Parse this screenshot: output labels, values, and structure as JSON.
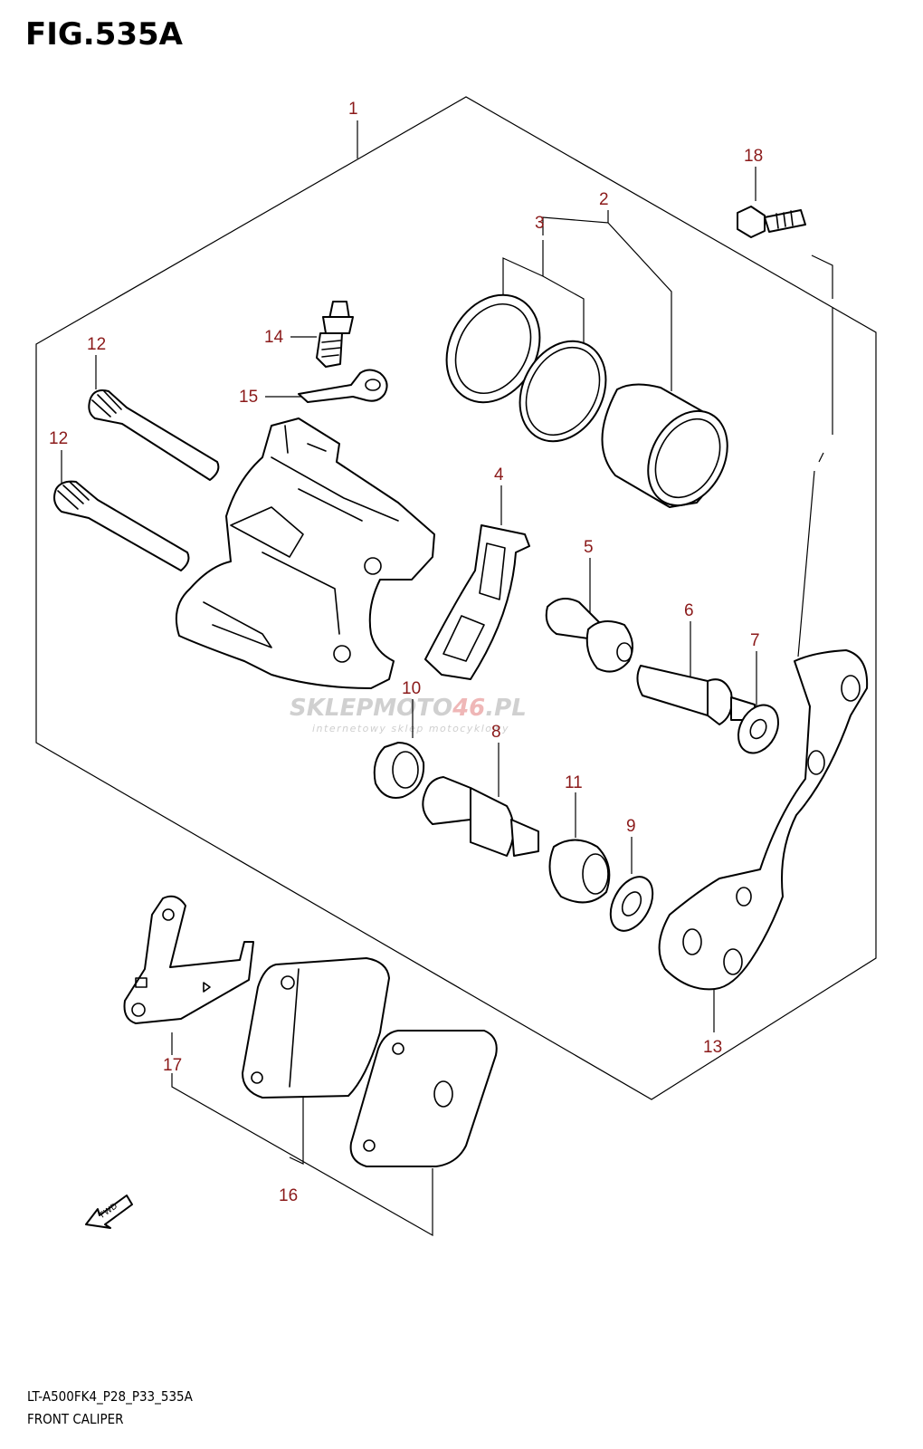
{
  "figure": {
    "title": "FIG.535A",
    "model_code": "LT-A500FK4_P28_P33_535A",
    "section_name": "FRONT CALIPER"
  },
  "callouts": {
    "p1": "1",
    "p2": "2",
    "p3": "3",
    "p4": "4",
    "p5": "5",
    "p6": "6",
    "p7": "7",
    "p8": "8",
    "p9": "9",
    "p10": "10",
    "p11": "11",
    "p12a": "12",
    "p12b": "12",
    "p13": "13",
    "p14": "14",
    "p15": "15",
    "p16": "16",
    "p17": "17",
    "p18": "18"
  },
  "fwd_label": "FWD",
  "watermark": {
    "brand_a": "SKLEP",
    "brand_b": "MOTO",
    "brand_c": "46",
    "brand_d": ".PL",
    "tagline": "internetowy sklep motocyklowy"
  },
  "colors": {
    "callout": "#8b1a1a",
    "line": "#000000"
  }
}
